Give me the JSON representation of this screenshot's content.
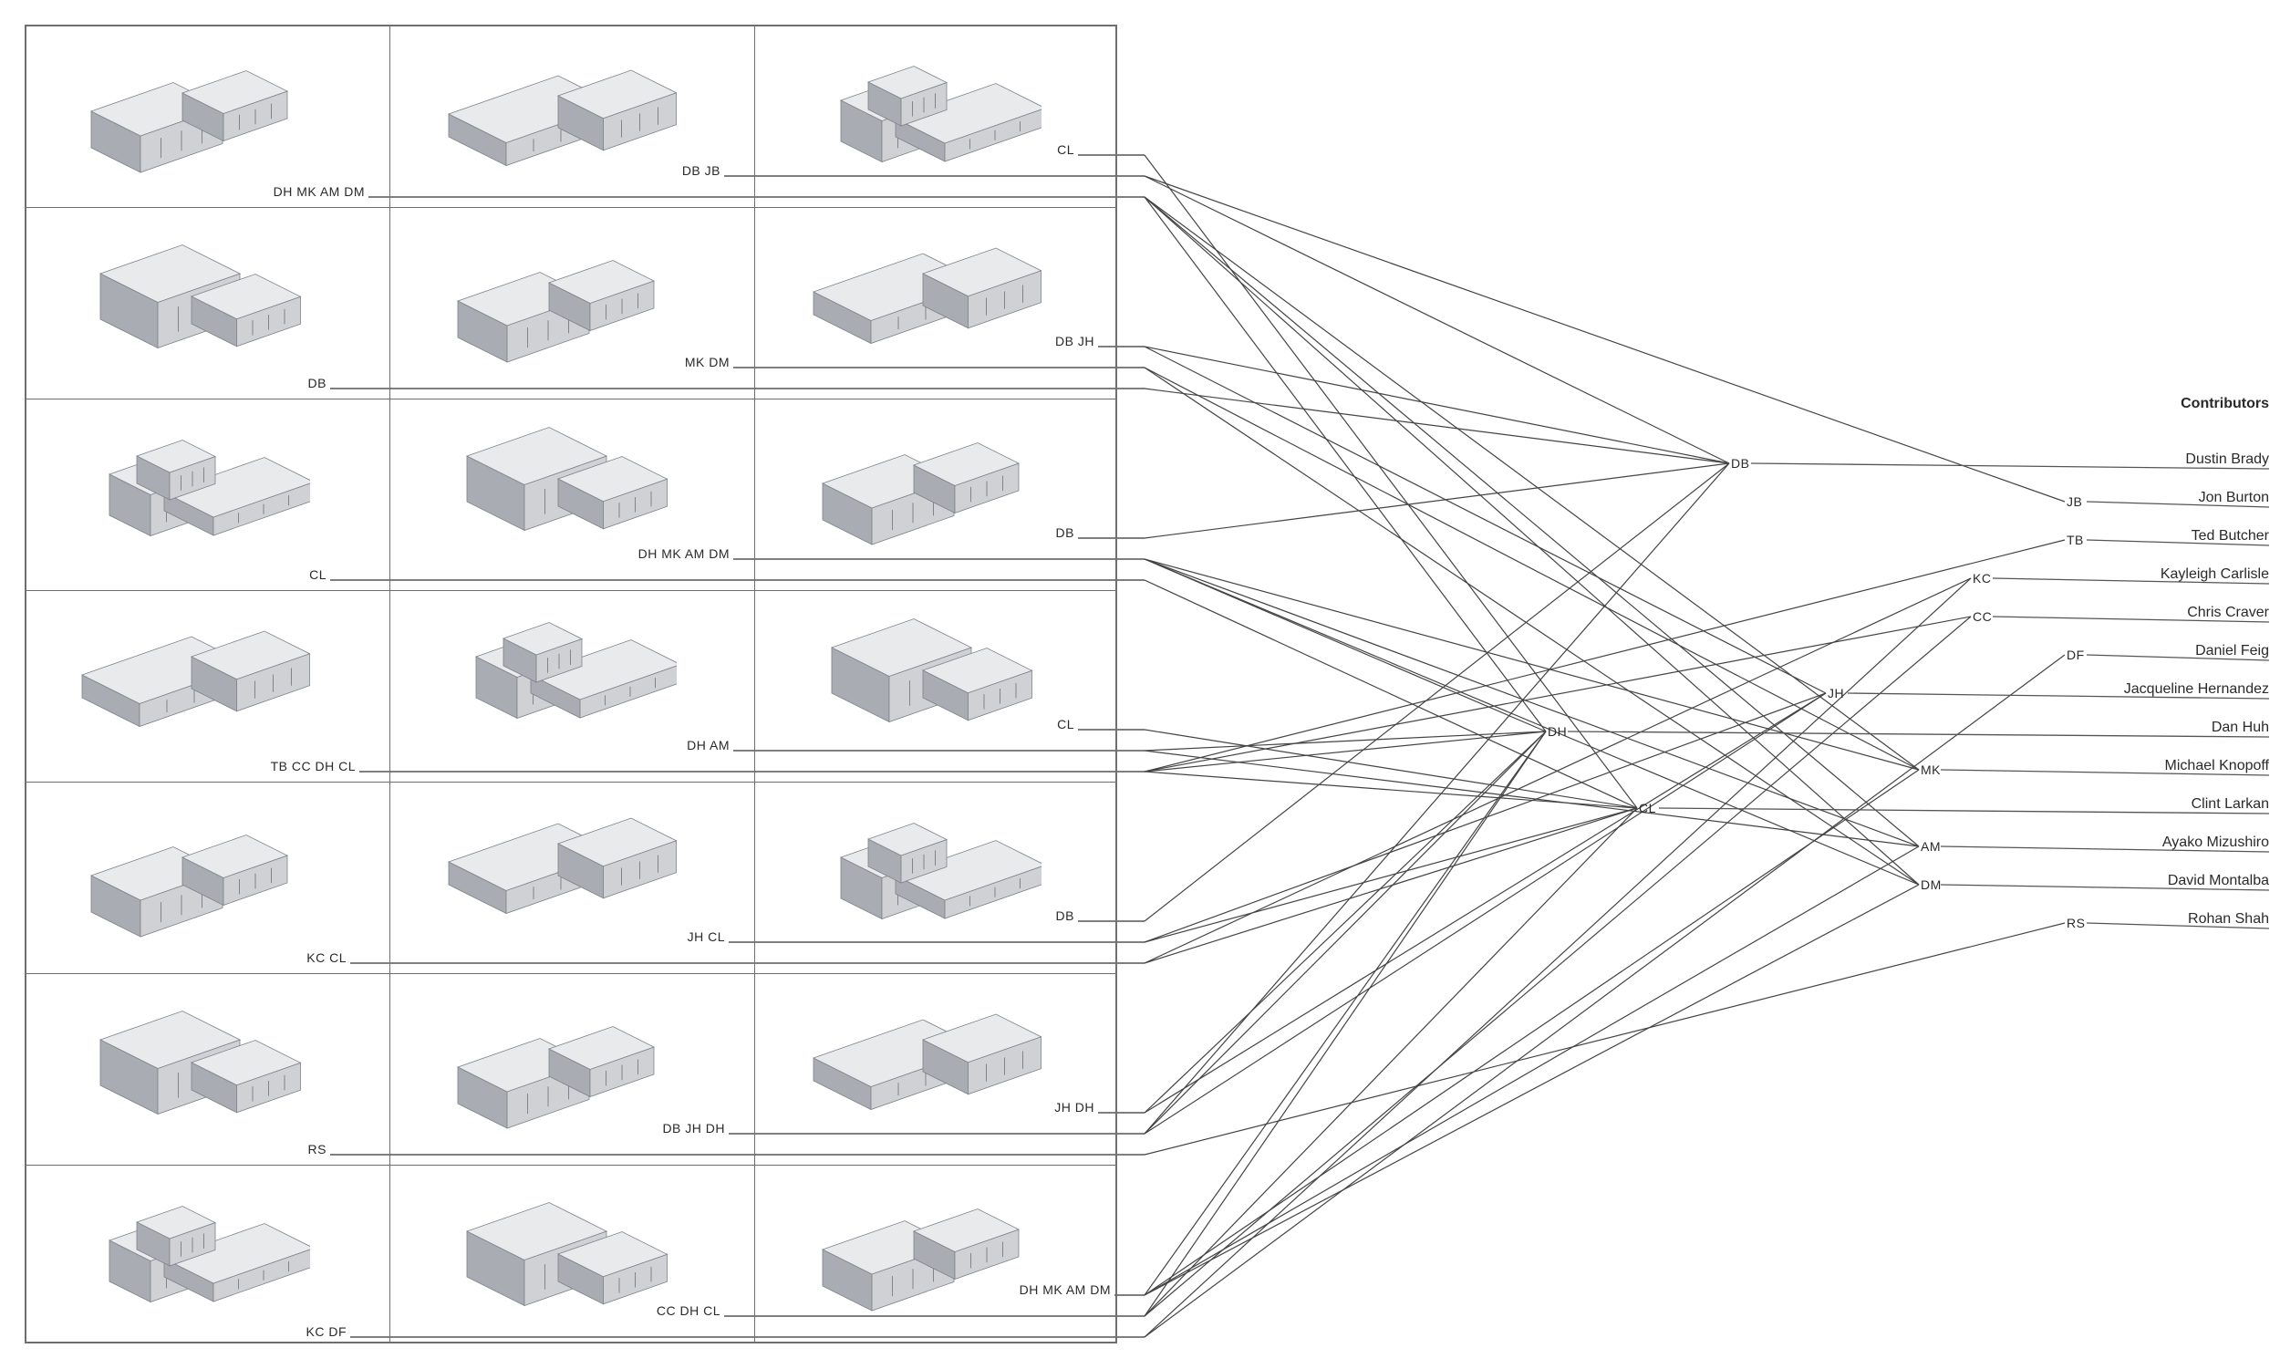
{
  "contributors_title": "Contributors",
  "contributors": [
    {
      "code": "DB",
      "name": "Dustin Brady"
    },
    {
      "code": "JB",
      "name": "Jon Burton"
    },
    {
      "code": "TB",
      "name": "Ted Butcher"
    },
    {
      "code": "KC",
      "name": "Kayleigh Carlisle"
    },
    {
      "code": "CC",
      "name": "Chris Craver"
    },
    {
      "code": "DF",
      "name": "Daniel Feig"
    },
    {
      "code": "JH",
      "name": "Jacqueline Hernandez"
    },
    {
      "code": "DH",
      "name": "Dan Huh"
    },
    {
      "code": "MK",
      "name": "Michael Knopoff"
    },
    {
      "code": "CL",
      "name": "Clint Larkan"
    },
    {
      "code": "AM",
      "name": "Ayako Mizushiro"
    },
    {
      "code": "DM",
      "name": "David Montalba"
    },
    {
      "code": "RS",
      "name": "Rohan Shah"
    }
  ],
  "projects": [
    [
      "DH  MK  AM  DM",
      "DB  JB",
      "CL"
    ],
    [
      "DB",
      "MK  DM",
      "DB  JH"
    ],
    [
      "CL",
      "DH  MK  AM  DM",
      "DB"
    ],
    [
      "TB  CC  DH  CL",
      "DH  AM",
      "CL"
    ],
    [
      "KC  CL",
      "JH  CL",
      "DB"
    ],
    [
      "RS",
      "DB  JH  DH",
      "JH  DH"
    ],
    [
      "KC  DF",
      "CC DH CL",
      "DH MK AM DM"
    ]
  ]
}
